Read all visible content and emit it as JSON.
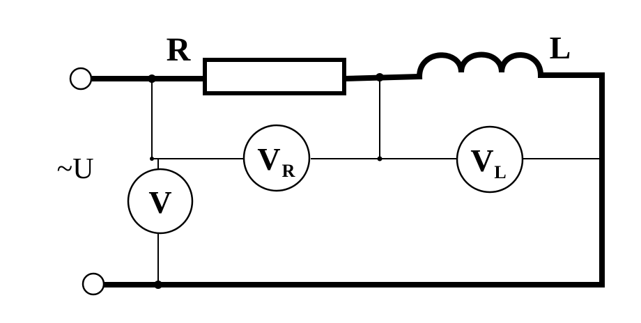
{
  "diagram": {
    "resistor_label": "R",
    "inductor_label": "L",
    "source_label": "~U",
    "voltmeter_total": {
      "letter": "V",
      "subscript": ""
    },
    "voltmeter_resistor": {
      "letter": "V",
      "subscript": "R"
    },
    "voltmeter_inductor": {
      "letter": "V",
      "subscript": "L"
    }
  }
}
